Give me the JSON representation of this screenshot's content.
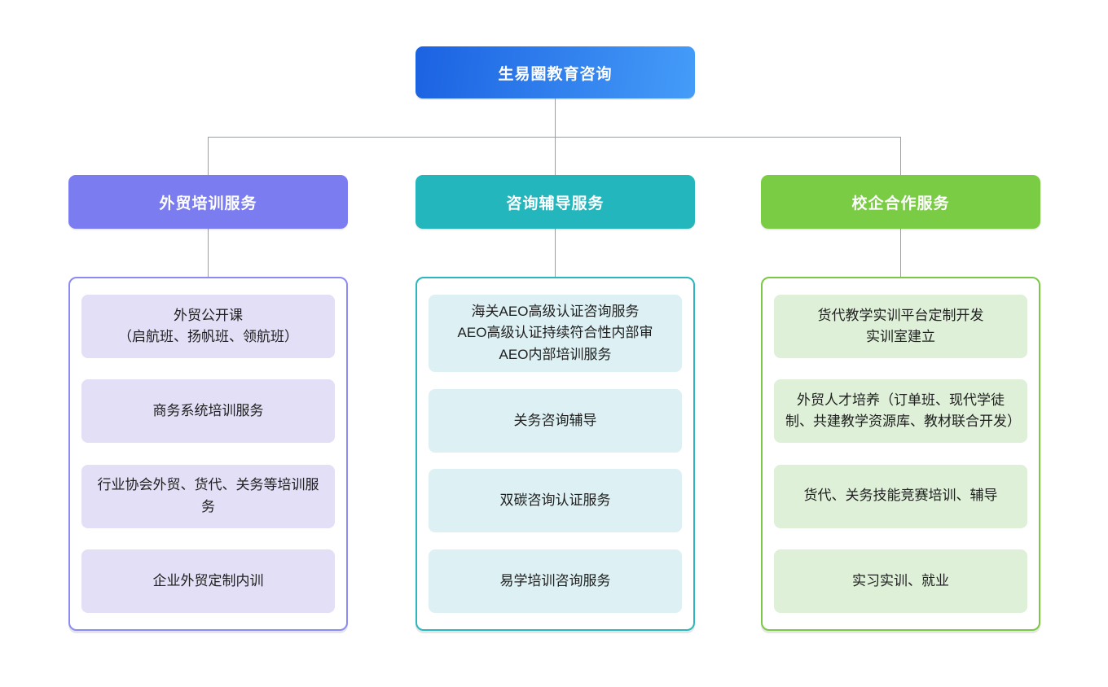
{
  "root": {
    "label": "生易圈教育咨询",
    "gradient_from": "#1B62E2",
    "gradient_to": "#459CF8"
  },
  "connector_color": "#98A0A6",
  "branches": [
    {
      "label": "外贸培训服务",
      "header_color": "#7A7CF0",
      "border_color": "#8B8BF2",
      "item_bg": "#E2DFF6",
      "items": [
        {
          "lines": [
            "外贸公开课",
            "（启航班、扬帆班、领航班）"
          ]
        },
        {
          "lines": [
            "商务系统培训服务"
          ]
        },
        {
          "lines": [
            "行业协会外贸、货代、关务等培训服务"
          ]
        },
        {
          "lines": [
            "企业外贸定制内训"
          ]
        }
      ]
    },
    {
      "label": "咨询辅导服务",
      "header_color": "#23B6BC",
      "border_color": "#2AB8BE",
      "item_bg": "#DDF0F3",
      "items": [
        {
          "lines": [
            "海关AEO高级认证咨询服务",
            "AEO高级认证持续符合性内部审",
            "AEO内部培训服务"
          ]
        },
        {
          "lines": [
            "关务咨询辅导"
          ]
        },
        {
          "lines": [
            "双碳咨询认证服务"
          ]
        },
        {
          "lines": [
            "易学培训咨询服务"
          ]
        }
      ]
    },
    {
      "label": "校企合作服务",
      "header_color": "#7BCC45",
      "border_color": "#7CC845",
      "item_bg": "#DEF0D8",
      "items": [
        {
          "lines": [
            "货代教学实训平台定制开发",
            "实训室建立"
          ]
        },
        {
          "lines": [
            "外贸人才培养（订单班、现代学徒制、共建教学资源库、教材联合开发）"
          ]
        },
        {
          "lines": [
            "货代、关务技能竞赛培训、辅导"
          ]
        },
        {
          "lines": [
            "实习实训、就业"
          ]
        }
      ]
    }
  ]
}
